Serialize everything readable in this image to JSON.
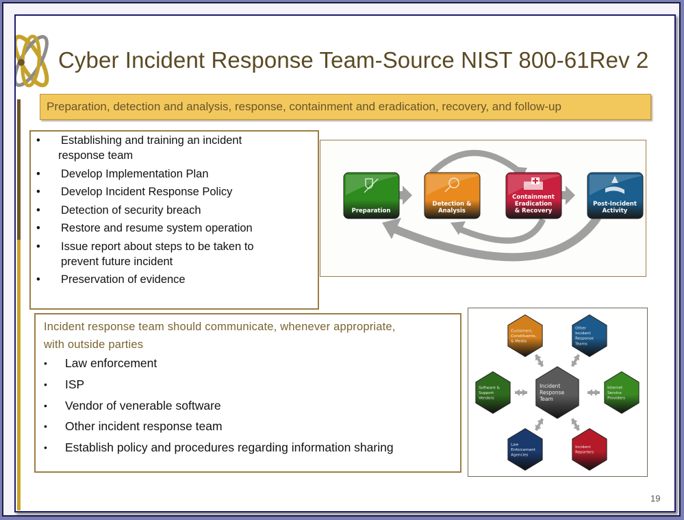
{
  "slide": {
    "title": "Cyber Incident Response Team-Source NIST 800-61Rev 2",
    "banner": "Preparation, detection and analysis, response, containment and eradication, recovery, and follow-up",
    "page_number": "19",
    "logo_icon": "atom-orbit-logo-icon"
  },
  "activities": {
    "bullet": "•",
    "items": [
      {
        "lines": [
          "Establishing and training an incident",
          "response team"
        ]
      },
      {
        "lines": [
          "Develop Implementation Plan"
        ]
      },
      {
        "lines": [
          "Develop Incident Response Policy"
        ]
      },
      {
        "lines": [
          "Detection of security breach"
        ]
      },
      {
        "lines": [
          "Restore and resume system operation"
        ]
      },
      {
        "lines": [
          "Issue report about steps to be taken to",
          "prevent future incident"
        ]
      },
      {
        "lines": [
          "Preservation of evidence"
        ]
      }
    ]
  },
  "lifecycle": {
    "phases": [
      {
        "label_lines": [
          "Preparation"
        ],
        "color": "#2e8b1e",
        "icon": "shield-sword-icon"
      },
      {
        "label_lines": [
          "Detection &",
          "Analysis"
        ],
        "color": "#e88a1e",
        "icon": "magnifier-icon"
      },
      {
        "label_lines": [
          "Containment",
          "Eradication",
          "& Recovery"
        ],
        "color": "#c8203e",
        "icon": "ambulance-icon"
      },
      {
        "label_lines": [
          "Post-Incident",
          "Activity"
        ],
        "color": "#1b5f8f",
        "icon": "tree-road-icon"
      }
    ],
    "arrow_color": "#a0a0a0"
  },
  "communication": {
    "intro_lines": [
      "Incident response team should communicate, whenever appropriate,",
      "with outside parties"
    ],
    "bullet": "•",
    "items": [
      "Law enforcement",
      "ISP",
      "Vendor of venerable software",
      "Other incident response team",
      "Establish policy and procedures regarding information sharing"
    ]
  },
  "network": {
    "center": {
      "label_lines": [
        "Incident",
        "Response",
        "Team"
      ],
      "color": "#5a5a5a"
    },
    "nodes": [
      {
        "label_lines": [
          "Customers,",
          "Constituents,",
          "& Media"
        ],
        "color": "#d2801e"
      },
      {
        "label_lines": [
          "Other",
          "Incident",
          "Response",
          "Teams"
        ],
        "color": "#1d5a8c"
      },
      {
        "label_lines": [
          "Software &",
          "Support",
          "Vendors"
        ],
        "color": "#2f6b1e"
      },
      {
        "label_lines": [
          "Internet",
          "Service",
          "Providers"
        ],
        "color": "#3a8a22"
      },
      {
        "label_lines": [
          "Law",
          "Enforcement",
          "Agencies"
        ],
        "color": "#1a3a6e"
      },
      {
        "label_lines": [
          "Incident",
          "Reporters"
        ],
        "color": "#b51a28"
      }
    ]
  }
}
